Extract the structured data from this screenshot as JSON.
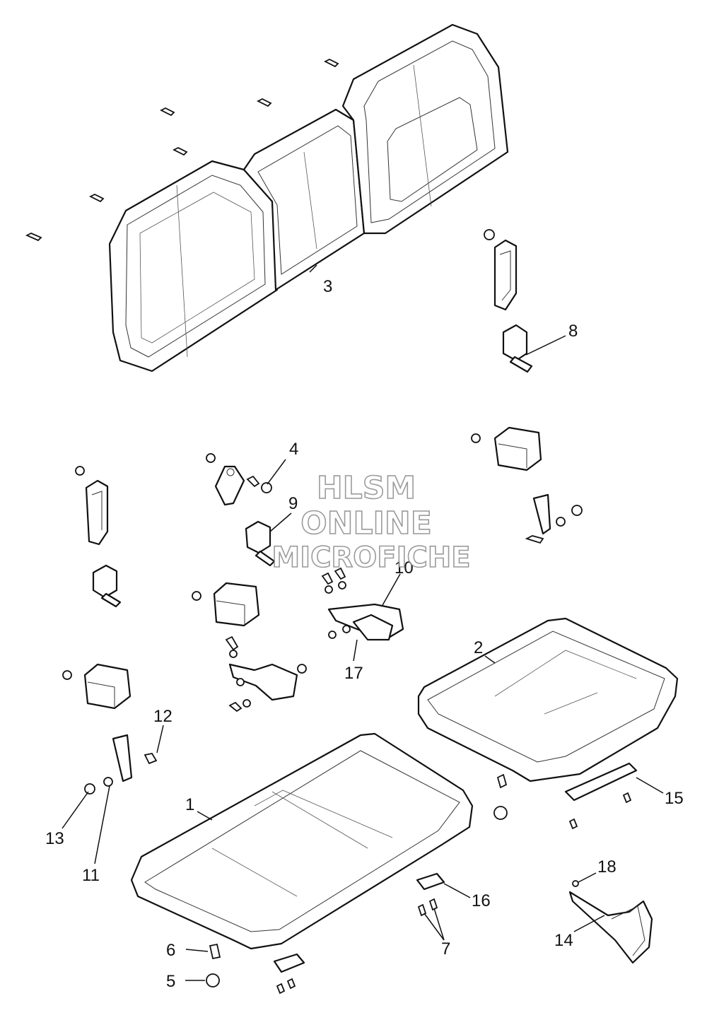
{
  "watermark": {
    "line1": "HLSM",
    "line2": "ONLINE",
    "line3": "MICROFICHE"
  },
  "callouts": [
    {
      "id": "c1",
      "label": "1"
    },
    {
      "id": "c2",
      "label": "2"
    },
    {
      "id": "c3",
      "label": "3"
    },
    {
      "id": "c4",
      "label": "4"
    },
    {
      "id": "c5",
      "label": "5"
    },
    {
      "id": "c6",
      "label": "6"
    },
    {
      "id": "c7",
      "label": "7"
    },
    {
      "id": "c8",
      "label": "8"
    },
    {
      "id": "c9",
      "label": "9"
    },
    {
      "id": "c10",
      "label": "10"
    },
    {
      "id": "c11",
      "label": "11"
    },
    {
      "id": "c12",
      "label": "12"
    },
    {
      "id": "c13",
      "label": "13"
    },
    {
      "id": "c14",
      "label": "14"
    },
    {
      "id": "c15",
      "label": "15"
    },
    {
      "id": "c16",
      "label": "16"
    },
    {
      "id": "c17",
      "label": "17"
    },
    {
      "id": "c18",
      "label": "18"
    }
  ]
}
